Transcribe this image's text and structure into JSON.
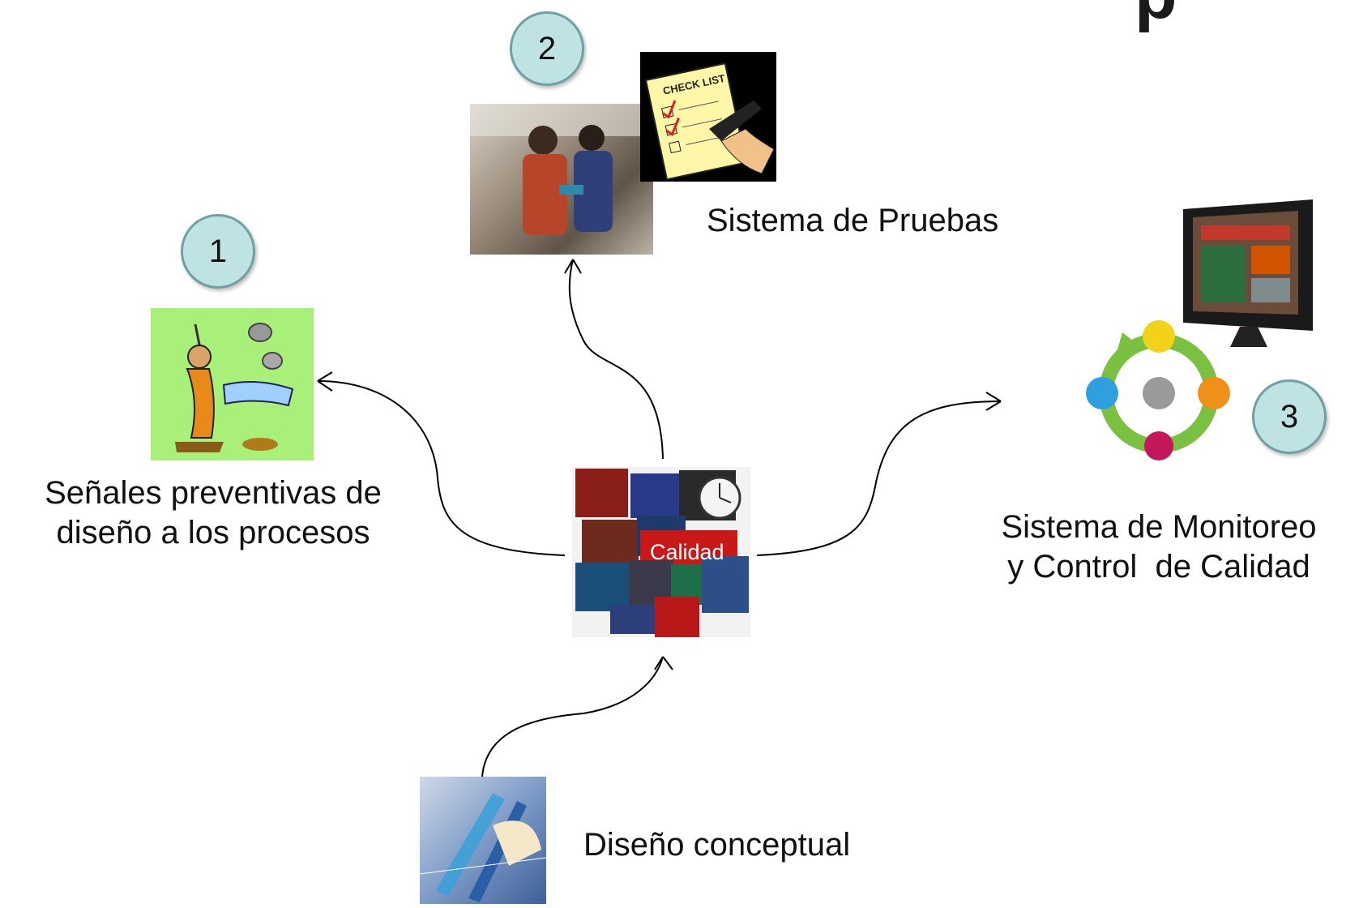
{
  "title_fragment": "p",
  "nodes": {
    "signals": {
      "number": "1",
      "label_line1": "Señales preventivas de",
      "label_line2": "diseño a los procesos"
    },
    "tests": {
      "number": "2",
      "label": "Sistema de Pruebas",
      "checklist_text": "CHECK LIST"
    },
    "monitor": {
      "number": "3",
      "label_line1": "Sistema de Monitoreo",
      "label_line2": "y Control  de Calidad"
    },
    "center": {
      "label": "Calidad"
    },
    "design": {
      "label": "Diseño conceptual"
    }
  },
  "colors": {
    "badge_fill": "#bfe3e3",
    "badge_border": "#6fa0a2",
    "arrow": "#000000"
  }
}
